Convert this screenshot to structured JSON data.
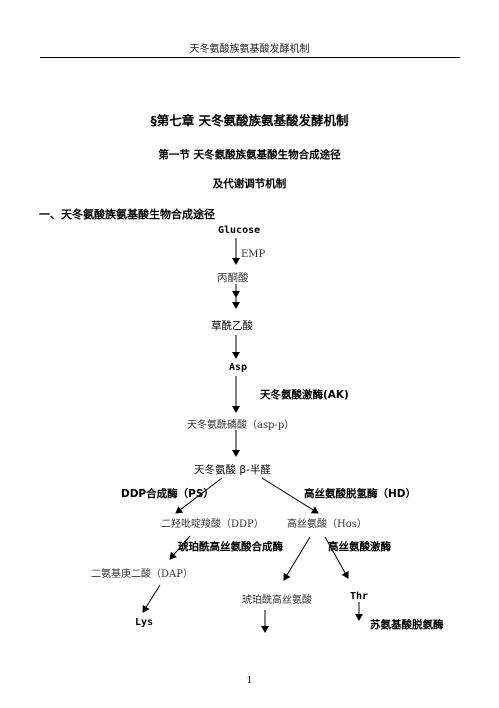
{
  "header": {
    "title": "天冬氨酸族氨基酸发酵机制"
  },
  "chapter_title": "§第七章 天冬氨酸族氨基酸发酵机制",
  "section_title_line1": "第一节 天冬氨酸族氨基酸生物合成途径",
  "section_title_line2": "及代谢调节机制",
  "subsection_title": "一、天冬氨酸族氨基酸生物合成途径",
  "pathway": {
    "glucose": "Glucose",
    "emp": "EMP",
    "pyruvate": "丙酮酸",
    "oxaloacetate": "草酰乙酸",
    "asp": "Asp",
    "ak": "天冬氨酸激酶(AK)",
    "asp_p": "天冬氨酰磷酸（asp-p）",
    "asp_semialdehyde": "天冬氨酸 β-半醛",
    "ps": "DDP合成酶（PS）",
    "hd": "高丝氨酸脱氢酶（HD）",
    "ddp": "二羟吡啶羧酸（DDP）",
    "hos": "高丝氨酸（Hos）",
    "succinyl_enzyme": "琥珀酰高丝氨酸合成酶",
    "hos_kinase": "高丝氨酸激酶",
    "dap": "二氨基庚二酸（DAP）",
    "succinyl_hos": "琥珀酰高丝氨酸",
    "thr": "Thr",
    "lys": "Lys",
    "thr_deaminase": "苏氨基酸脱氨酶"
  },
  "page_number": "1"
}
